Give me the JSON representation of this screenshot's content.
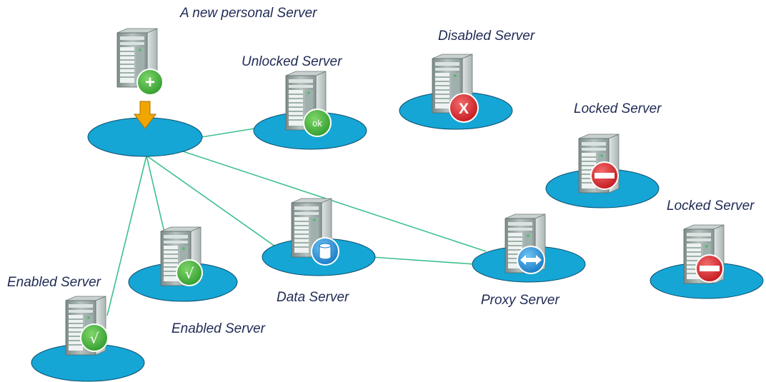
{
  "labels": {
    "new_personal": "A new personal Server",
    "unlocked": "Unlocked Server",
    "disabled": "Disabled  Server",
    "locked_1": "Locked Server",
    "locked_2": "Locked Server",
    "enabled_1": "Enabled Server",
    "enabled_2": "Enabled Server",
    "data": "Data Server",
    "proxy": "Proxy Server"
  },
  "badges": {
    "add": "+",
    "ok": "ok",
    "disabled": "X",
    "check": "√"
  },
  "colors": {
    "platform": "#15a6d6",
    "connector": "#3cc08c",
    "badge_green": "#3aaa35",
    "badge_red": "#d9242a",
    "badge_blue": "#1f8fd6",
    "arrow": "#f0a500",
    "label": "#1f2a55"
  },
  "icons": {
    "server": "server-tower-icon",
    "add": "plus-circle-icon",
    "ok": "ok-circle-icon",
    "disabled": "x-circle-icon",
    "locked": "no-entry-icon",
    "enabled": "checkmark-circle-icon",
    "data": "database-icon",
    "proxy": "double-arrow-icon",
    "down_arrow": "down-arrow-icon"
  }
}
